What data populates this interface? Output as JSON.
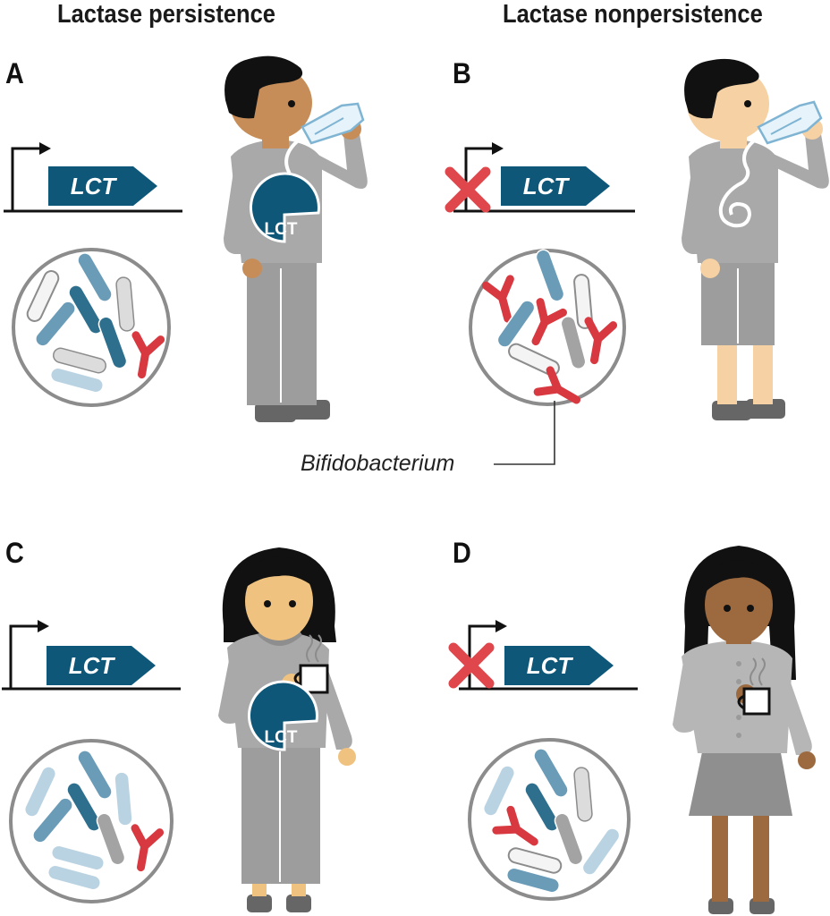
{
  "headings": {
    "left": "Lactase persistence",
    "right": "Lactase nonpersistence"
  },
  "panels": [
    {
      "letter": "A",
      "gene": "LCT",
      "enzyme": "LCT"
    },
    {
      "letter": "B",
      "gene": "LCT"
    },
    {
      "letter": "C",
      "gene": "LCT",
      "enzyme": "LCT"
    },
    {
      "letter": "D",
      "gene": "LCT"
    }
  ],
  "callout": {
    "label": "Bifidobacterium"
  },
  "colors": {
    "gene_arrow": "#0e5779",
    "enzyme": "#0e5779",
    "bifidobacterium": "#d8383f",
    "inactive_cross": "#e0474c",
    "shirt": "#a7a7a7",
    "pants": "#999999",
    "hair": "#111111"
  },
  "icons": [
    "promoter-arrow-icon",
    "inactive-x-icon",
    "milk-bottle-icon",
    "coffee-mug-icon"
  ]
}
